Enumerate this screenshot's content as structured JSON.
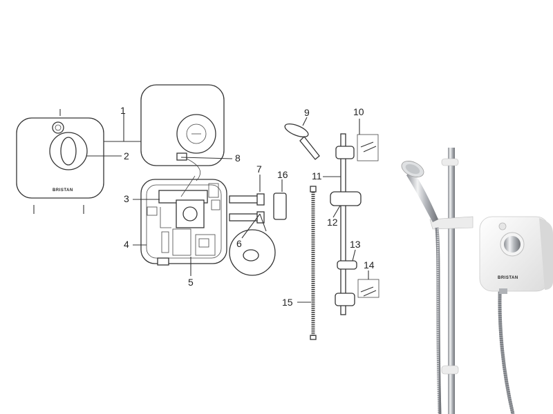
{
  "brand": "BRISTAN",
  "callouts": [
    "1",
    "2",
    "3",
    "4",
    "5",
    "6",
    "7",
    "8",
    "9",
    "10",
    "11",
    "12",
    "13",
    "14",
    "15",
    "16"
  ],
  "colors": {
    "line": "#333333",
    "chrome": "#c9ccd0",
    "body": "#f4f4f4"
  }
}
